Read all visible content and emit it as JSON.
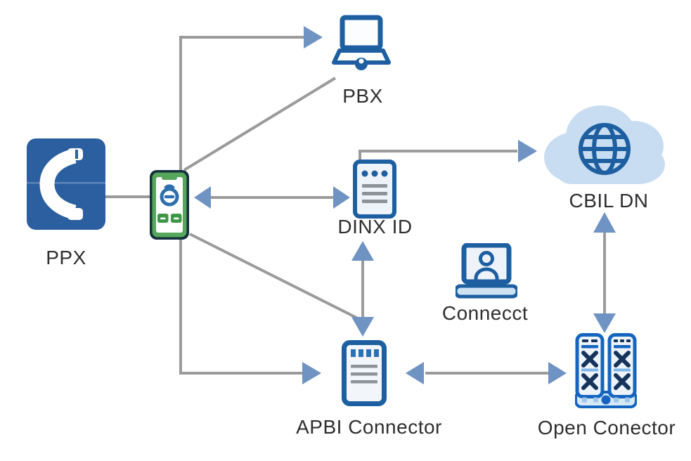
{
  "diagram": {
    "title": "",
    "nodes": {
      "ppx": {
        "label": "PPX",
        "icon": "phone-handset"
      },
      "softphone": {
        "label": "",
        "icon": "smartphone"
      },
      "pbx": {
        "label": "PBX",
        "icon": "laptop"
      },
      "dinx": {
        "label": "DINX ID",
        "icon": "server-document"
      },
      "cbil": {
        "label": "CBIL DN",
        "icon": "cloud-globe"
      },
      "connecct": {
        "label": "Connecct",
        "icon": "laptop-person"
      },
      "apbi": {
        "label": "APBI Connector",
        "icon": "document-connector"
      },
      "open": {
        "label": "Open Conector",
        "icon": "server-racks"
      }
    },
    "edges": [
      {
        "from": "ppx",
        "to": "softphone",
        "style": "plain-line"
      },
      {
        "from": "softphone",
        "to": "pbx",
        "style": "arrow",
        "route": "elbow-up"
      },
      {
        "from": "softphone",
        "to": "pbx",
        "style": "plain-line",
        "route": "diagonal"
      },
      {
        "from": "softphone",
        "to": "dinx",
        "style": "double-arrow"
      },
      {
        "from": "softphone",
        "to": "apbi",
        "style": "arrow",
        "route": "diagonal"
      },
      {
        "from": "softphone",
        "to": "apbi",
        "style": "arrow",
        "route": "elbow-down"
      },
      {
        "from": "dinx",
        "to": "apbi",
        "style": "double-arrow"
      },
      {
        "from": "dinx",
        "to": "cbil",
        "style": "arrow",
        "route": "elbow-right"
      },
      {
        "from": "apbi",
        "to": "open",
        "style": "double-arrow"
      },
      {
        "from": "cbil",
        "to": "open",
        "style": "double-arrow"
      }
    ],
    "colors": {
      "line": "#9b9b9b",
      "arrowhead": "#6f93c3",
      "node_stroke": "#1d5fa0",
      "node_fill": "#eef3f9",
      "ppx_fill": "#2b5f9f",
      "phone_green": "#56a65b",
      "phone_outline": "#14303d",
      "button_green": "#3d9747",
      "cloud_fill": "#c8ddf1",
      "doc_line_gray": "#8d9298",
      "label_text": "#2e2e2e"
    }
  }
}
